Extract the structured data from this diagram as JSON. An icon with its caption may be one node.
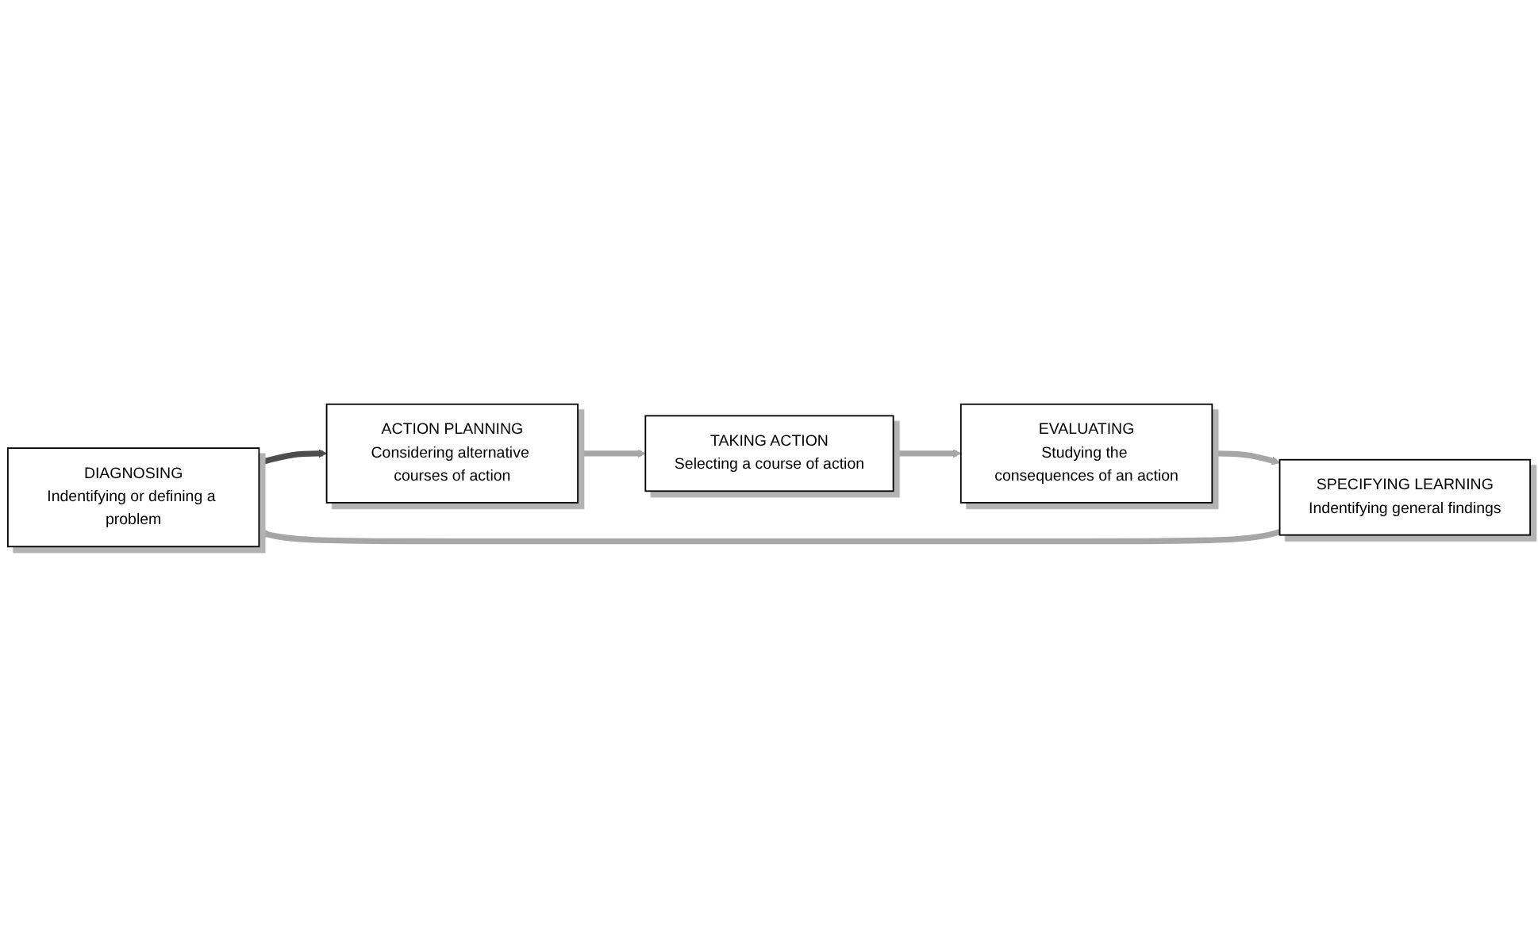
{
  "diagram": {
    "nodes": [
      {
        "text": [
          "DIAGNOSING",
          "Indentifying or defining a problem"
        ]
      },
      {
        "text": [
          "ACTION PLANNING",
          "Considering alternative courses of action"
        ]
      },
      {
        "text": [
          "TAKING ACTION",
          "Selecting a course of action"
        ]
      },
      {
        "text": [
          "EVALUATING",
          "Studying the consequences of an action"
        ]
      },
      {
        "text": [
          "SPECIFYING LEARNING",
          "Indentifying general findings"
        ]
      }
    ],
    "edges": [
      {
        "from": 0,
        "to": 1,
        "arrow": "to",
        "color": "#4d4d4d"
      },
      {
        "from": 1,
        "to": 2,
        "arrow": "to"
      },
      {
        "from": 2,
        "to": 3,
        "arrow": "to"
      },
      {
        "from": 3,
        "to": 4,
        "arrow": "to"
      },
      {
        "from": 4,
        "to": 0,
        "arrow": "to"
      }
    ]
  }
}
